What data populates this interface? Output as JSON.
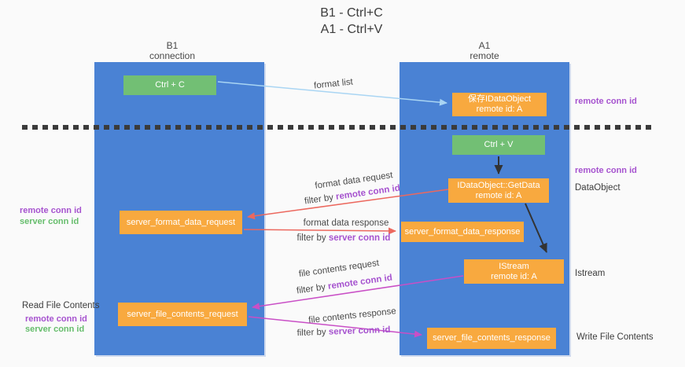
{
  "title": {
    "line1": "B1 - Ctrl+C",
    "line2": "A1 - Ctrl+V"
  },
  "columns": {
    "left": {
      "name": "B1",
      "role": "connection"
    },
    "right": {
      "name": "A1",
      "role": "remote"
    }
  },
  "boxes": {
    "ctrl_c": {
      "label": "Ctrl + C"
    },
    "ctrl_v": {
      "label": "Ctrl + V"
    },
    "save_idataobject": {
      "line1": "保存IDataObject",
      "line2": "remote id: A"
    },
    "getdata": {
      "line1": "IDataObject::GetData",
      "line2": "remote id: A"
    },
    "istream": {
      "line1": "IStream",
      "line2": "remote id: A"
    },
    "format_request": {
      "label": "server_format_data_request"
    },
    "format_response": {
      "label": "server_format_data_response"
    },
    "file_request": {
      "label": "server_file_contents_request"
    },
    "file_response": {
      "label": "server_file_contents_response"
    }
  },
  "flow_labels": {
    "format_list": "format list",
    "format_data_request": "format data request",
    "format_data_response": "format data response",
    "file_contents_request": "file contents request",
    "file_contents_response": "file contents response",
    "filter_by": "filter by",
    "remote_conn_id": "remote conn id",
    "server_conn_id": "server conn id"
  },
  "side_labels": {
    "remote_conn_id": "remote conn id",
    "server_conn_id": "server conn id",
    "dataobject": "DataObject",
    "istream": "Istream",
    "read_file_contents": "Read File Contents",
    "write_file_contents": "Write File Contents"
  },
  "colors": {
    "lane_blue": "#4a82d4",
    "box_green": "#72bf74",
    "box_orange": "#f8a93f",
    "arrow_red": "#ec685e",
    "arrow_magenta": "#c94fc6",
    "arrow_lightblue": "#a9d5f3",
    "arrow_black": "#333333",
    "label_purple": "#a653cf",
    "label_green": "#66bd6c"
  }
}
